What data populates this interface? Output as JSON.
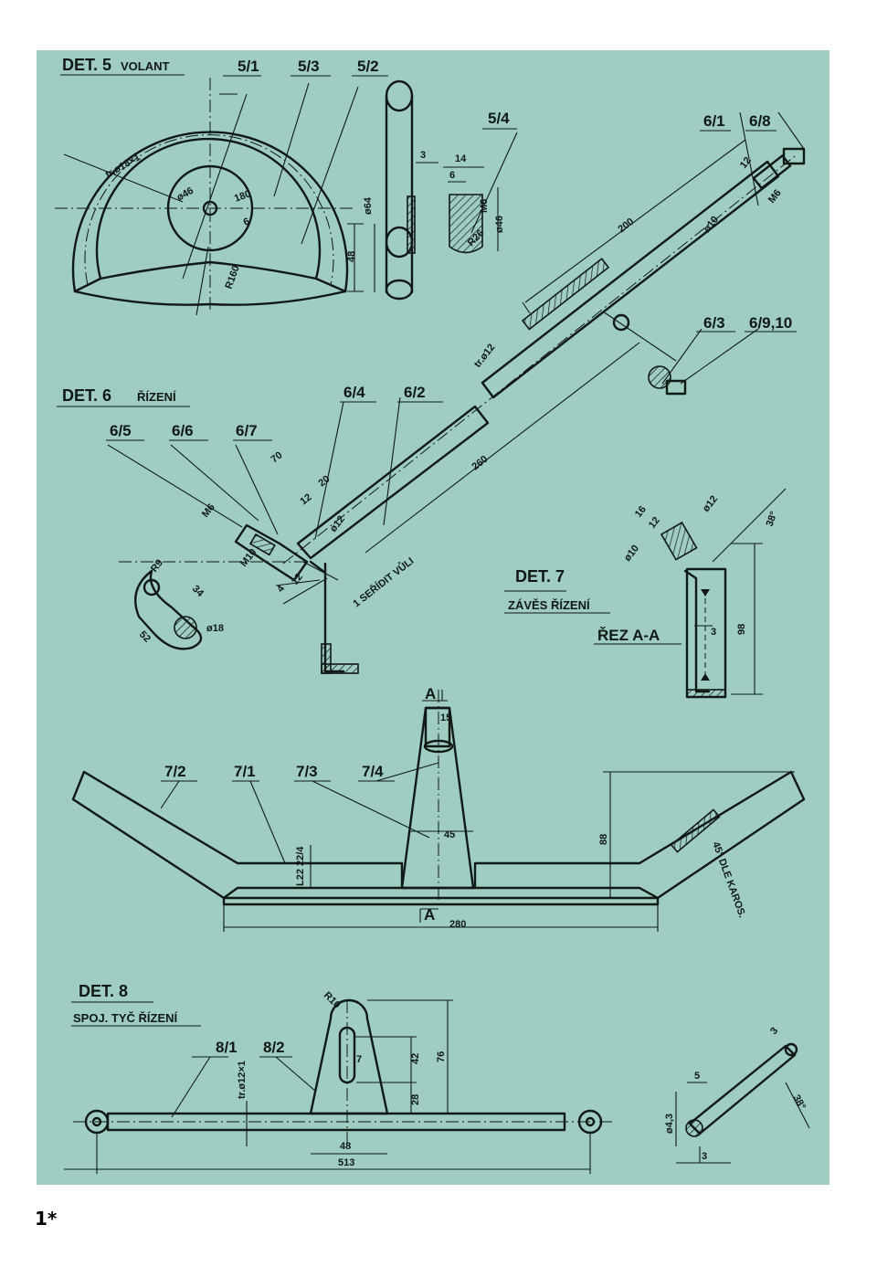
{
  "det5": {
    "title": "DET. 5",
    "subtitle": "VOLANT",
    "parts": [
      "5/1",
      "5/3",
      "5/2",
      "5/4"
    ],
    "dims": [
      "tr.ø18×1",
      "ø46",
      "180",
      "6",
      "R160",
      "48",
      "ø64",
      "3",
      "14",
      "6",
      "M6",
      "ø46",
      "R26"
    ]
  },
  "det6": {
    "title": "DET. 6",
    "subtitle": "ŘÍZENÍ",
    "parts": [
      "6/1",
      "6/8",
      "6/3",
      "6/9,10",
      "6/4",
      "6/2",
      "6/5",
      "6/6",
      "6/7"
    ],
    "dims": [
      "200",
      "12",
      "M6",
      "ø10",
      "tr.ø12",
      "260",
      "70",
      "20",
      "12",
      "ø12",
      "M6",
      "M10",
      "12",
      "4",
      "R9",
      "34",
      "52",
      "ø18"
    ],
    "note": "1 SEŘÍDIT VŮLI"
  },
  "det7": {
    "title": "DET. 7",
    "subtitle": "ZÁVĚS ŘÍZENÍ",
    "section": "ŘEZ A-A",
    "parts": [
      "7/2",
      "7/1",
      "7/3",
      "7/4"
    ],
    "dims": [
      "16",
      "12",
      "ø12",
      "38°",
      "ø10",
      "98",
      "3",
      "A",
      "15",
      "45",
      "88",
      "L22 22/4",
      "280",
      "A"
    ],
    "note": "45° DLE KAROS."
  },
  "det8": {
    "title": "DET. 8",
    "subtitle": "SPOJ. TYČ ŘÍZENÍ",
    "parts": [
      "8/1",
      "8/2"
    ],
    "dims": [
      "tr.ø12×1",
      "R10",
      "7",
      "42",
      "76",
      "28",
      "48",
      "513",
      "3",
      "5",
      "38°",
      "ø4,3",
      "3"
    ]
  },
  "page_number": "1*"
}
